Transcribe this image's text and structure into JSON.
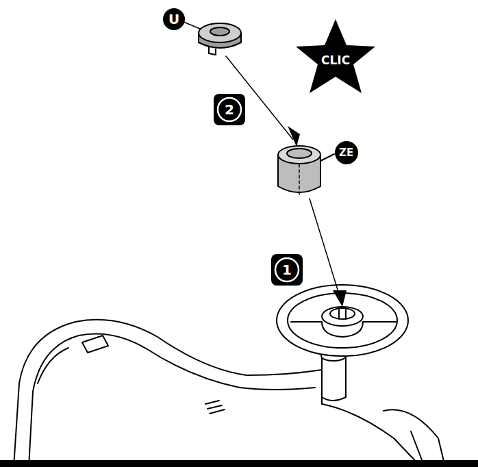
{
  "diagram": {
    "labels": [
      "U",
      "CLIC",
      "2",
      "ZE",
      "1"
    ]
  }
}
